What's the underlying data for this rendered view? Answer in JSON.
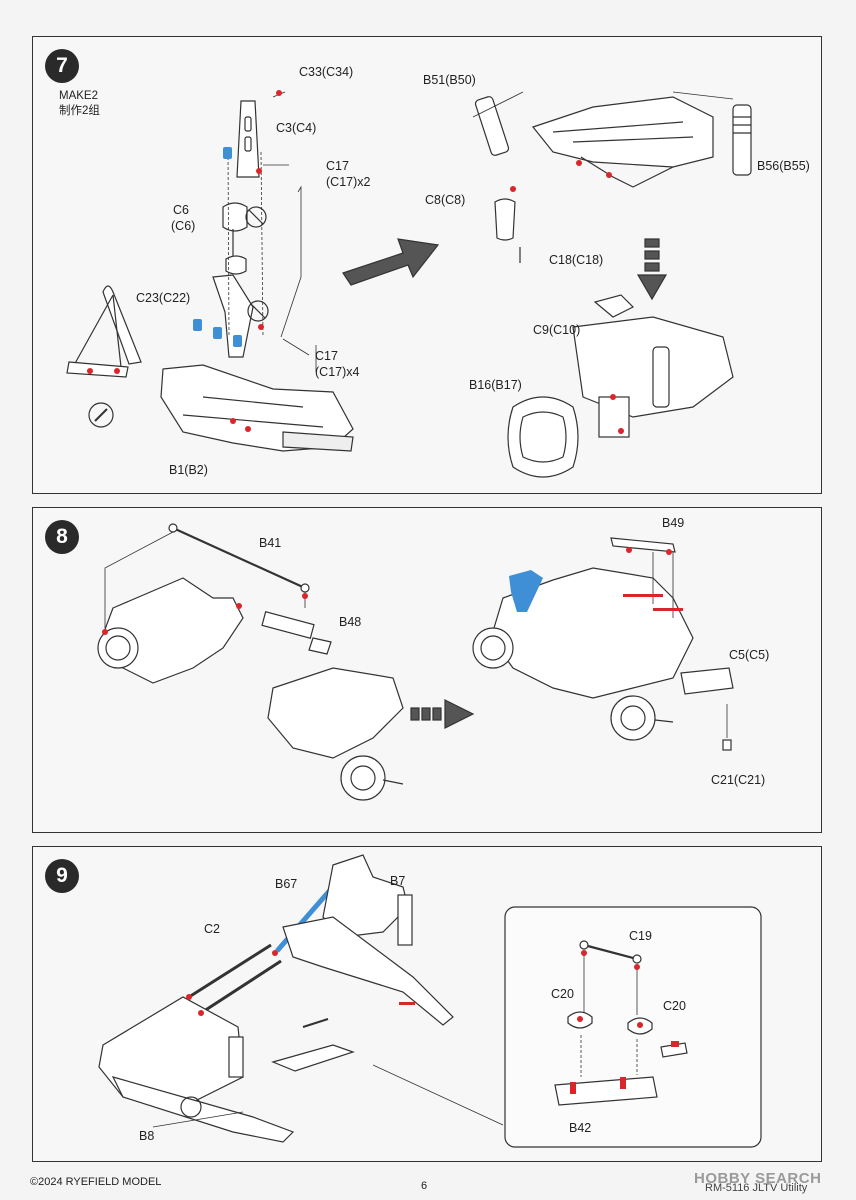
{
  "step7": {
    "number": "7",
    "make_note_en": "MAKE2",
    "make_note_cn": "制作2组",
    "labels": {
      "c33": "C33(C34)",
      "c3": "C3(C4)",
      "c17_top_a": "C17",
      "c17_top_b": "(C17)x2",
      "c6_a": "C6",
      "c6_b": "(C6)",
      "c23": "C23(C22)",
      "c17_bot_a": "C17",
      "c17_bot_b": "(C17)x4",
      "b1": "B1(B2)",
      "b51": "B51(B50)",
      "b56": "B56(B55)",
      "c8": "C8(C8)",
      "c18": "C18(C18)",
      "c9": "C9(C10)",
      "b16": "B16(B17)"
    }
  },
  "step8": {
    "number": "8",
    "labels": {
      "b41": "B41",
      "b48": "B48",
      "b49": "B49",
      "c5": "C5(C5)",
      "c21": "C21(C21)"
    }
  },
  "step9": {
    "number": "9",
    "labels": {
      "b67": "B67",
      "b7": "B7",
      "c2": "C2",
      "b8": "B8",
      "c19": "C19",
      "c20_left": "C20",
      "c20_right": "C20",
      "b42": "B42"
    }
  },
  "footer": {
    "copyright": "©2024 RYEFIELD MODEL",
    "page": "6",
    "code": "RM-5116 JLTV Utility",
    "watermark": "HOBBY SEARCH"
  },
  "colors": {
    "accent_red": "#d9262a",
    "accent_blue": "#3f8fd6",
    "line": "#333333"
  }
}
